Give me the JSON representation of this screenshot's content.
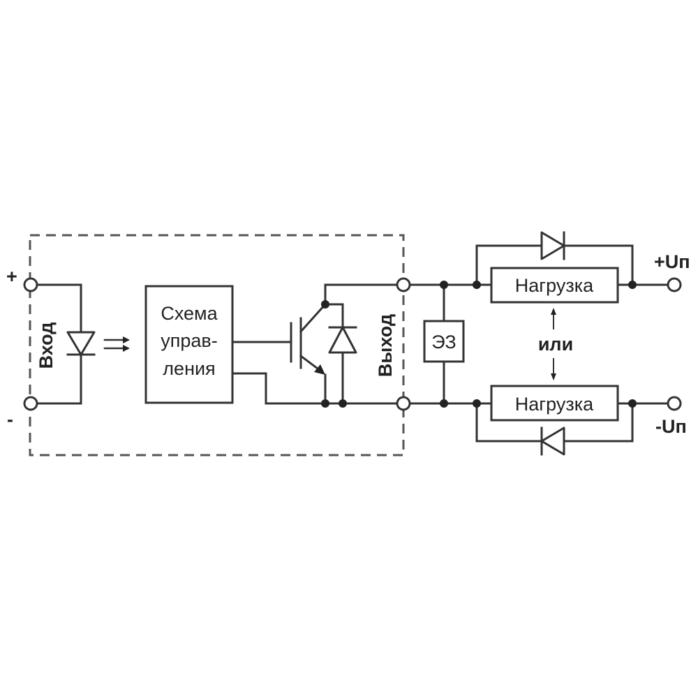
{
  "labels": {
    "plus": "+",
    "minus": "-",
    "input": "Вход",
    "output": "Выход",
    "control_line1": "Схема",
    "control_line2": "управ-",
    "control_line3": "ления",
    "protection": "ЭЗ",
    "load_top": "Нагрузка",
    "load_bottom": "Нагрузка",
    "or": "или",
    "plus_supply": "+Uп",
    "minus_supply": "-Uп"
  },
  "colors": {
    "line": "#333333",
    "background": "#ffffff"
  }
}
